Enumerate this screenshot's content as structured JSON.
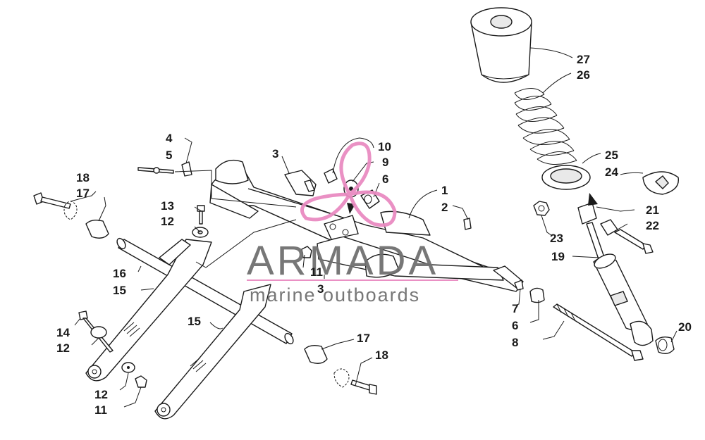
{
  "watermark": {
    "brand": "ARMADA",
    "tagline": "marine outboards",
    "logo_color": "#e98bc1",
    "text_color": "#707070"
  },
  "callouts": {
    "c27": "27",
    "c26": "26",
    "c25": "25",
    "c24": "24",
    "c21": "21",
    "c22": "22",
    "c23": "23",
    "c19": "19",
    "c20": "20",
    "c1": "1",
    "c2": "2",
    "c10": "10",
    "c9": "9",
    "c6a": "6",
    "c3a": "3",
    "c4": "4",
    "c5": "5",
    "c18a": "18",
    "c17a": "17",
    "c13": "13",
    "c12a": "12",
    "c16": "16",
    "c15a": "15",
    "c11a": "11",
    "c3b": "3",
    "c7": "7",
    "c6b": "6",
    "c8": "8",
    "c14": "14",
    "c12b": "12",
    "c15b": "15",
    "c17b": "17",
    "c18b": "18",
    "c12c": "12",
    "c11b": "11"
  }
}
